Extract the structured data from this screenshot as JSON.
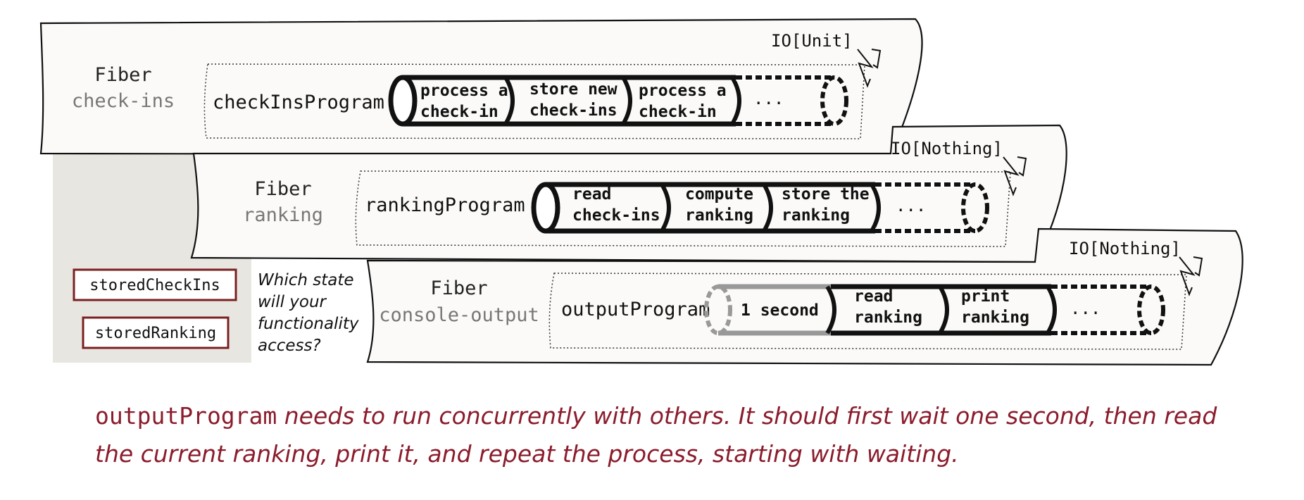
{
  "fibers": [
    {
      "label": "Fiber",
      "name": "check-ins",
      "program": "checkInsProgram",
      "type": "IO[Unit]",
      "steps": [
        {
          "line1": "process a",
          "line2": "check-in"
        },
        {
          "line1": "store new",
          "line2": "check-ins"
        },
        {
          "line1": "process a",
          "line2": "check-in"
        }
      ],
      "continuation": "..."
    },
    {
      "label": "Fiber",
      "name": "ranking",
      "program": "rankingProgram",
      "type": "IO[Nothing]",
      "steps": [
        {
          "line1": "read",
          "line2": "check-ins"
        },
        {
          "line1": "compute",
          "line2": "ranking"
        },
        {
          "line1": "store the",
          "line2": "ranking"
        }
      ],
      "continuation": "..."
    },
    {
      "label": "Fiber",
      "name": "console-output",
      "program": "outputProgram",
      "type": "IO[Nothing]",
      "wait_step": "1 second",
      "steps": [
        {
          "line1": "read",
          "line2": "ranking"
        },
        {
          "line1": "print",
          "line2": "ranking"
        }
      ],
      "continuation": "..."
    }
  ],
  "state": {
    "items": [
      "storedCheckIns",
      "storedRanking"
    ],
    "question": [
      "Which state",
      "will your",
      "functionality",
      "access?"
    ]
  },
  "caption": {
    "code": "outputProgram",
    "line1_rest": " needs to run concurrently with others. It should first wait one second, then read",
    "line2": "the current ranking, print it, and repeat the process, starting with waiting."
  },
  "colors": {
    "caption": "#8b1c2c",
    "state_border": "#7a2020",
    "panel_bg": "#fbfaf8",
    "state_bg": "#e8e6e1",
    "subtle_text": "#777777",
    "wait_pipe": "#999999"
  }
}
